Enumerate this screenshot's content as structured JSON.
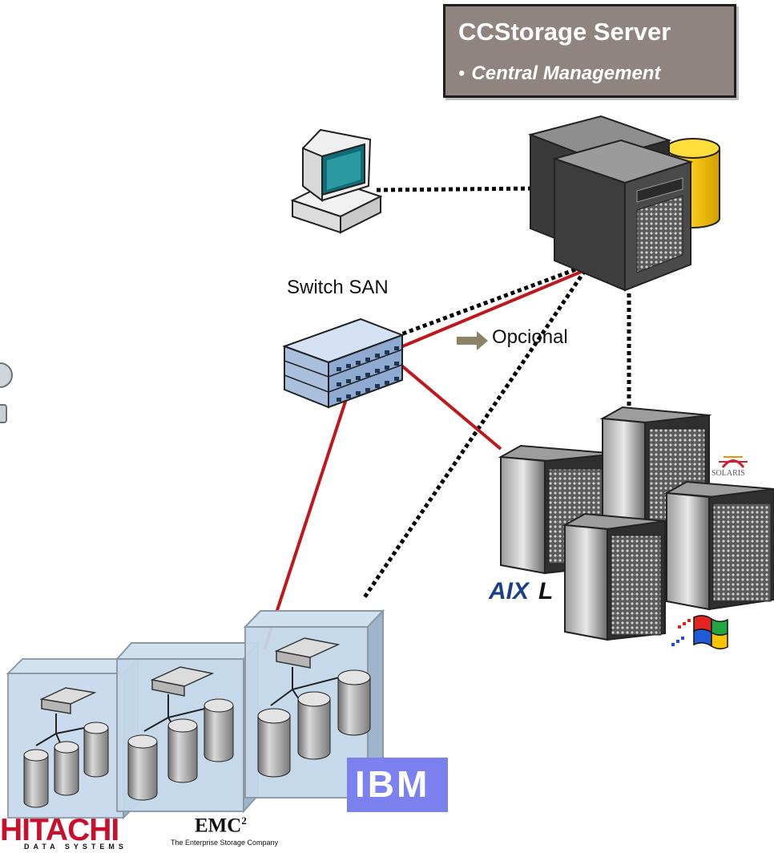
{
  "title_box": {
    "title": "CCStorage Server",
    "bullet": "•",
    "subtitle": "Central Management"
  },
  "labels": {
    "switch": "Switch SAN",
    "optional": "Opcional"
  },
  "logos": {
    "hitachi": "HITACHI",
    "hitachi_sub": "DATA SYSTEMS",
    "emc": "EMC",
    "emc_sup": "2",
    "emc_tagline": "The Enterprise Storage Company",
    "ibm": "IBM",
    "solaris": "SOLARIS",
    "aix": "AIX",
    "aix_l": "L"
  },
  "colors": {
    "san_link": "#c0171c",
    "mgmt_link": "#000000",
    "title_bg": "#8f847f",
    "db_yellow": "#f5c400",
    "switch_blue": "#b9cde6"
  }
}
